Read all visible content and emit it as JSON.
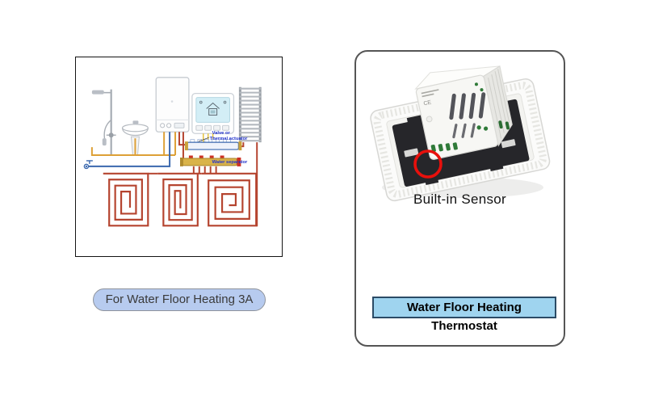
{
  "left_section": {
    "diagram": {
      "labels": {
        "valve": "Valve or",
        "thermal_actuator": "Thermal actuator",
        "water_separator": "Water separator"
      }
    },
    "caption_button_label": "For Water Floor Heating 3A"
  },
  "right_section": {
    "sensor_caption": "Built-in Sensor",
    "product_label": "Water Floor Heating Thermostat",
    "photo_print_mark": "CE"
  },
  "colors": {
    "hot_water_pipe": "#dda036",
    "cold_water_pipe": "#3a68ae",
    "heating_pipe": "#b5442f",
    "thermostat_wire": "#e6c23c",
    "diagram_label_blue": "#2233cc",
    "caption_button_fill": "#b7cbef",
    "product_label_fill": "#9fd4ef",
    "annotation_circle_red": "#e8100c",
    "card_border": "#555555"
  }
}
